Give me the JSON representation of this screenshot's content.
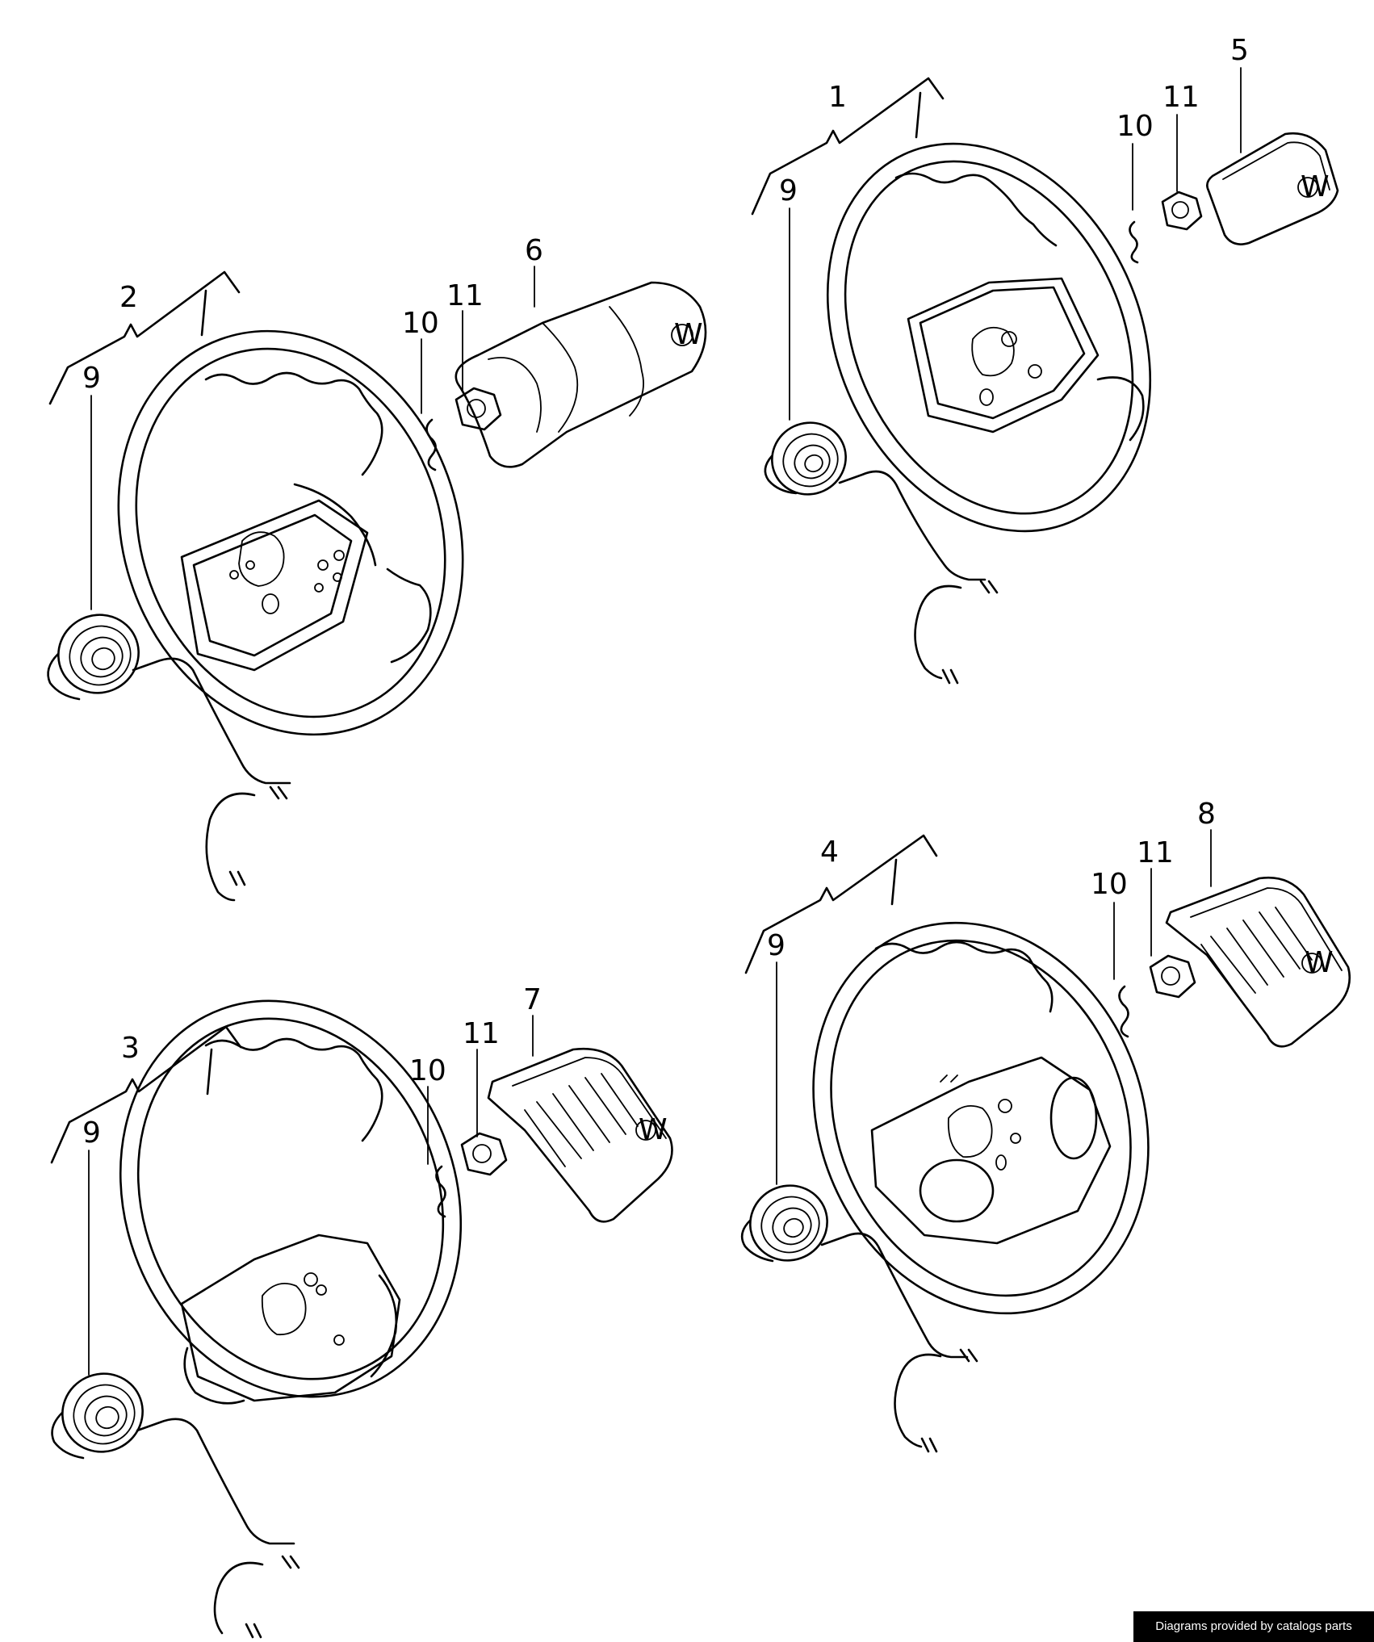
{
  "footer": {
    "credit": "Diagrams provided by catalogs parts"
  },
  "labels": {
    "wheel_1": "1",
    "wheel_2": "2",
    "wheel_3": "3",
    "wheel_4": "4",
    "cover_5": "5",
    "cover_6": "6",
    "cover_7": "7",
    "cover_8": "8",
    "slip_ring": "9",
    "spring_washer": "10",
    "nut": "11"
  },
  "colors": {
    "line": "#000000",
    "background": "#ffffff",
    "footer_bg": "#000000",
    "footer_text": "#ffffff"
  }
}
